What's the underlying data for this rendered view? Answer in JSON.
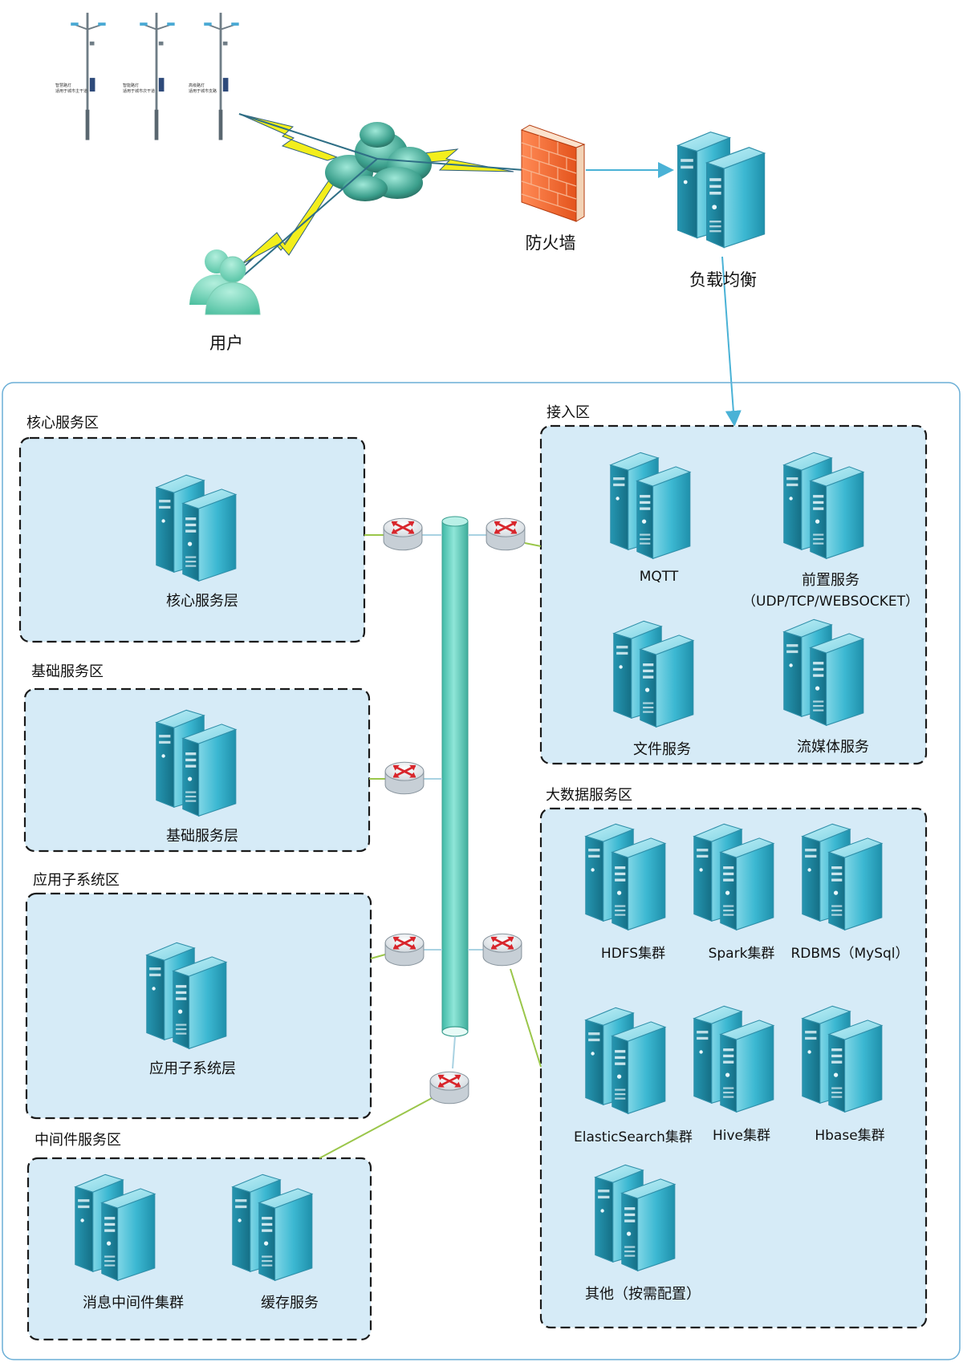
{
  "streetlights": [
    {
      "line1": "智慧路灯",
      "line2": "适用于城市主干道"
    },
    {
      "line1": "智能路灯",
      "line2": "适用于城市次干道"
    },
    {
      "line1": "高级路灯",
      "line2": "适用于城市支路"
    }
  ],
  "top": {
    "user": "用户",
    "firewall": "防火墙",
    "load_balancer": "负载均衡"
  },
  "zones": {
    "core": {
      "title": "核心服务区",
      "server": "核心服务层"
    },
    "base": {
      "title": "基础服务区",
      "server": "基础服务层"
    },
    "app": {
      "title": "应用子系统区",
      "server": "应用子系统层"
    },
    "middleware": {
      "title": "中间件服务区",
      "servers": [
        "消息中间件集群",
        "缓存服务"
      ]
    },
    "access": {
      "title": "接入区",
      "servers": [
        "MQTT",
        "前置服务",
        "文件服务",
        "流媒体服务"
      ],
      "front_sub": "（UDP/TCP/WEBSOCKET）"
    },
    "bigdata": {
      "title": "大数据服务区",
      "servers": [
        "HDFS集群",
        "Spark集群",
        "RDBMS（MySql）",
        "ElasticSearch集群",
        "Hive集群",
        "Hbase集群",
        "其他（按需配置）"
      ]
    }
  },
  "colors": {
    "zone_fill": "#d6ebf7",
    "outer_border": "#6aaed6",
    "bus": "#5fd0bf",
    "server": "#36b5cf",
    "link_green": "#9ac64a",
    "arrow_blue": "#4ab2d6",
    "bolt": "#f3ee1c"
  }
}
